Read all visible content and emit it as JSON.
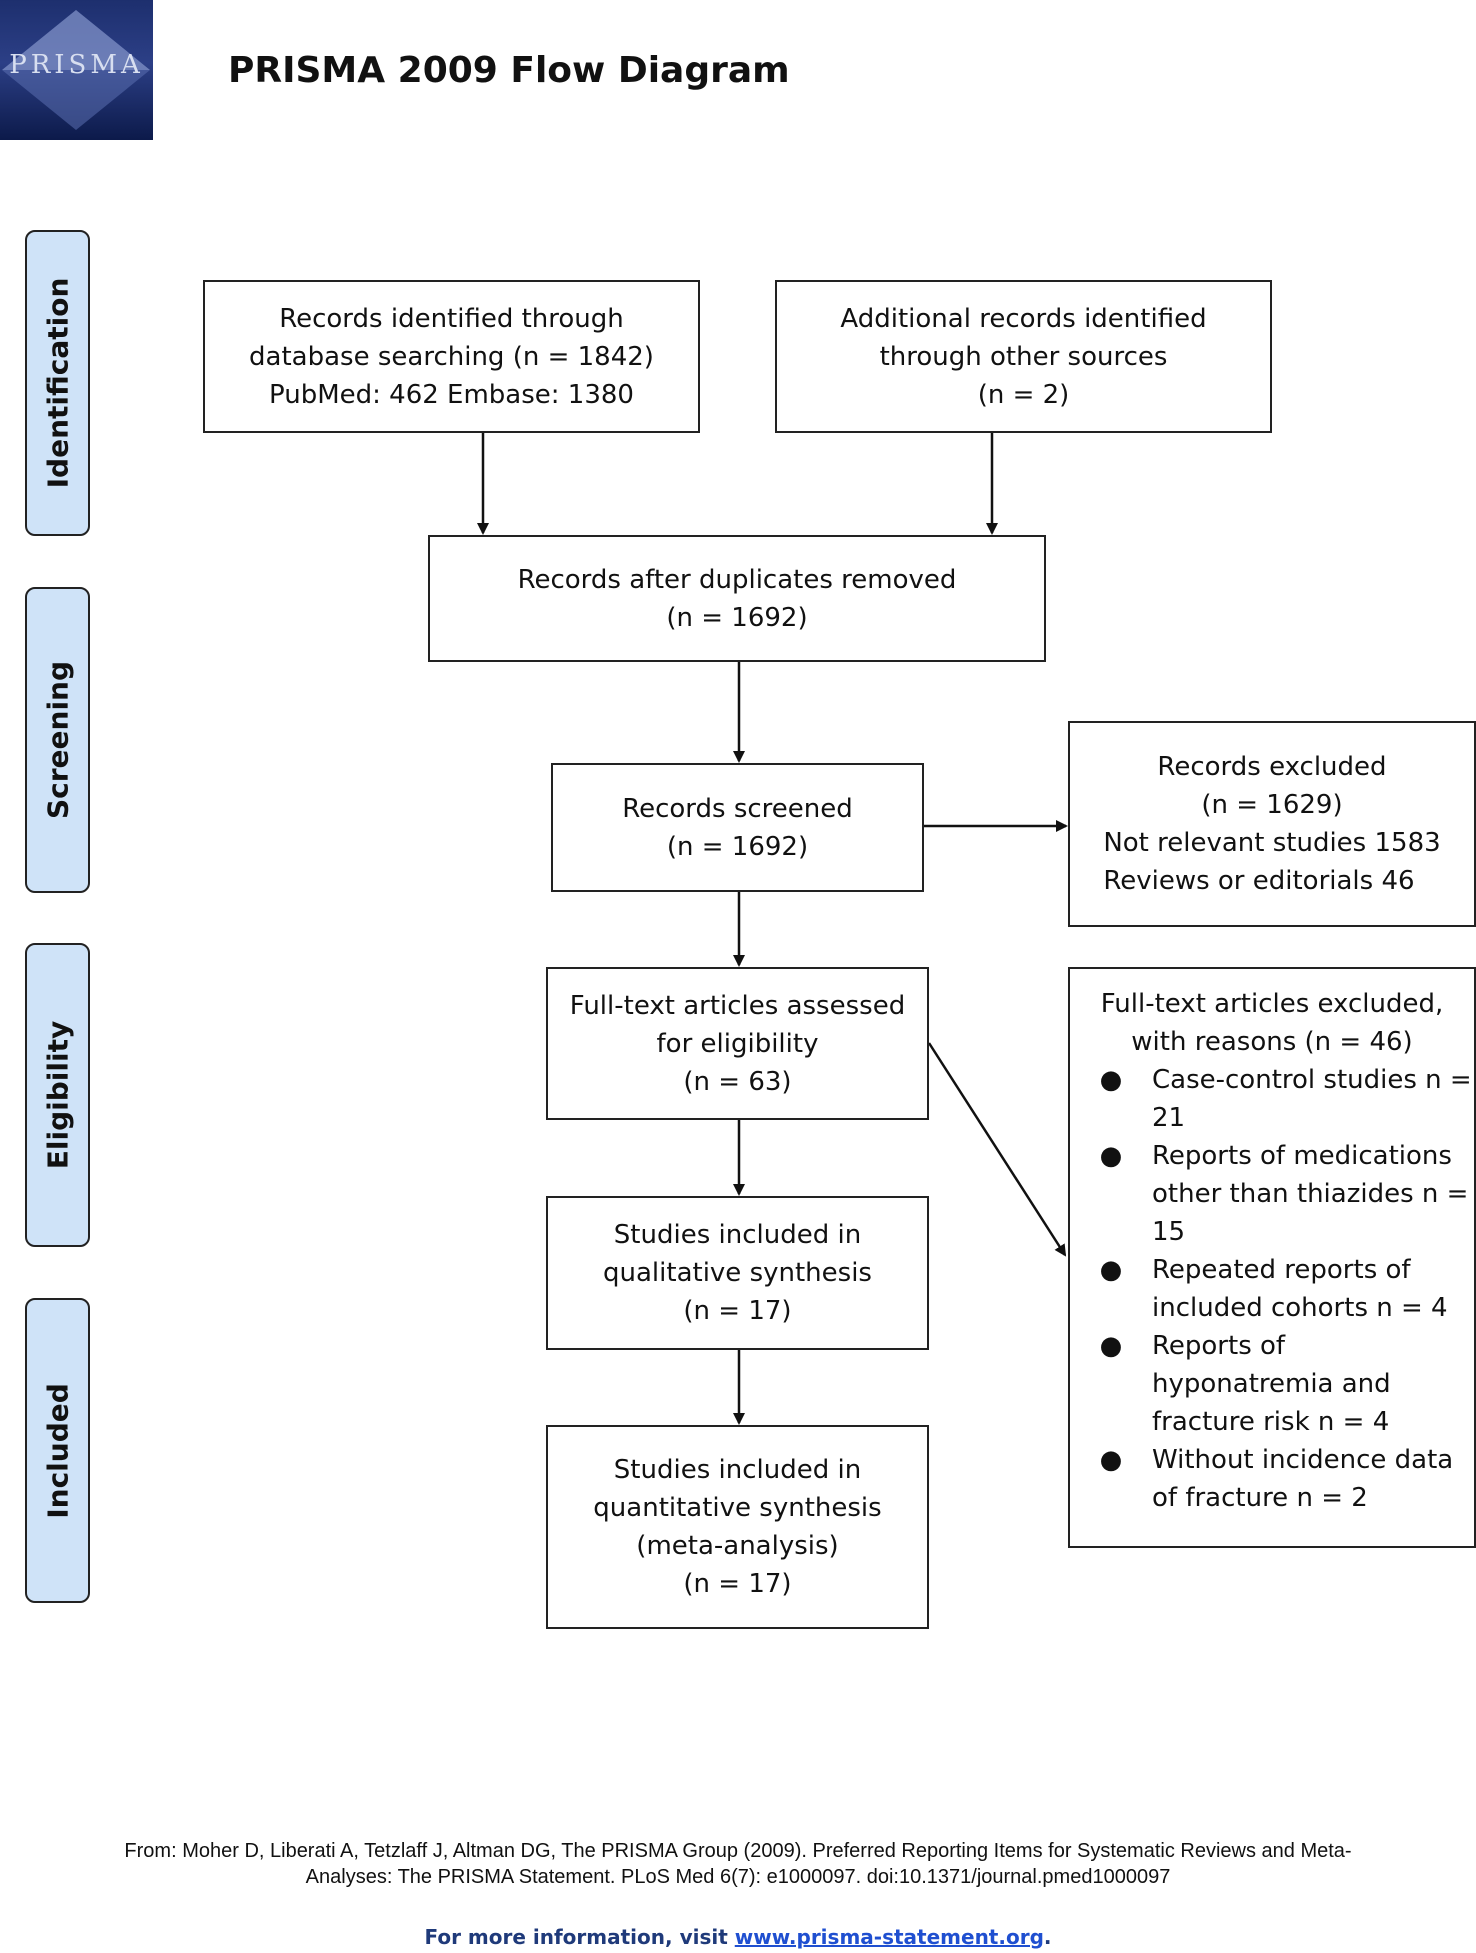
{
  "header": {
    "logo_text": "PRISMA",
    "title": "PRISMA 2009 Flow Diagram"
  },
  "stages": [
    "Identification",
    "Screening",
    "Eligibility",
    "Included"
  ],
  "boxes": {
    "database": [
      "Records identified through",
      "database searching (n = 1842)",
      "PubMed: 462 Embase: 1380"
    ],
    "other_sources": [
      "Additional records identified",
      "through other sources",
      "(n = 2)"
    ],
    "after_duplicates": [
      "Records after duplicates removed",
      "(n = 1692)"
    ],
    "screened": [
      "Records screened",
      "(n = 1692)"
    ],
    "excluded": [
      "Records excluded",
      "(n = 1629)",
      "Not relevant studies 1583",
      "Reviews or editorials 46"
    ],
    "fulltext": [
      "Full-text articles assessed",
      "for eligibility",
      "(n = 63)"
    ],
    "fulltext_excluded": {
      "header": [
        "Full-text articles excluded,",
        "with reasons (n = 46)"
      ],
      "items": [
        [
          "Case-control studies n =",
          "21"
        ],
        [
          "Reports of medications",
          "other than thiazides n =",
          "15"
        ],
        [
          "Repeated reports of",
          "included cohorts n = 4"
        ],
        [
          "Reports of",
          "hyponatremia and",
          "fracture risk n = 4"
        ],
        [
          "Without incidence data",
          "of fracture n = 2"
        ]
      ]
    },
    "qualitative": [
      "Studies included in",
      "qualitative synthesis",
      "(n = 17)"
    ],
    "quantitative": [
      "Studies included in",
      "quantitative synthesis",
      "(meta-analysis)",
      "(n = 17)"
    ]
  },
  "footer": {
    "citation_line1": "From:  Moher D, Liberati A, Tetzlaff J, Altman DG, The PRISMA Group (2009). Preferred Reporting Items for Systematic Reviews and Meta-",
    "citation_line2": "Analyses: The PRISMA Statement. PLoS Med 6(7): e1000097. doi:10.1371/journal.pmed1000097",
    "more_info_prefix": "For more information, visit ",
    "more_info_link": "www.prisma-statement.org",
    "more_info_suffix": "."
  }
}
